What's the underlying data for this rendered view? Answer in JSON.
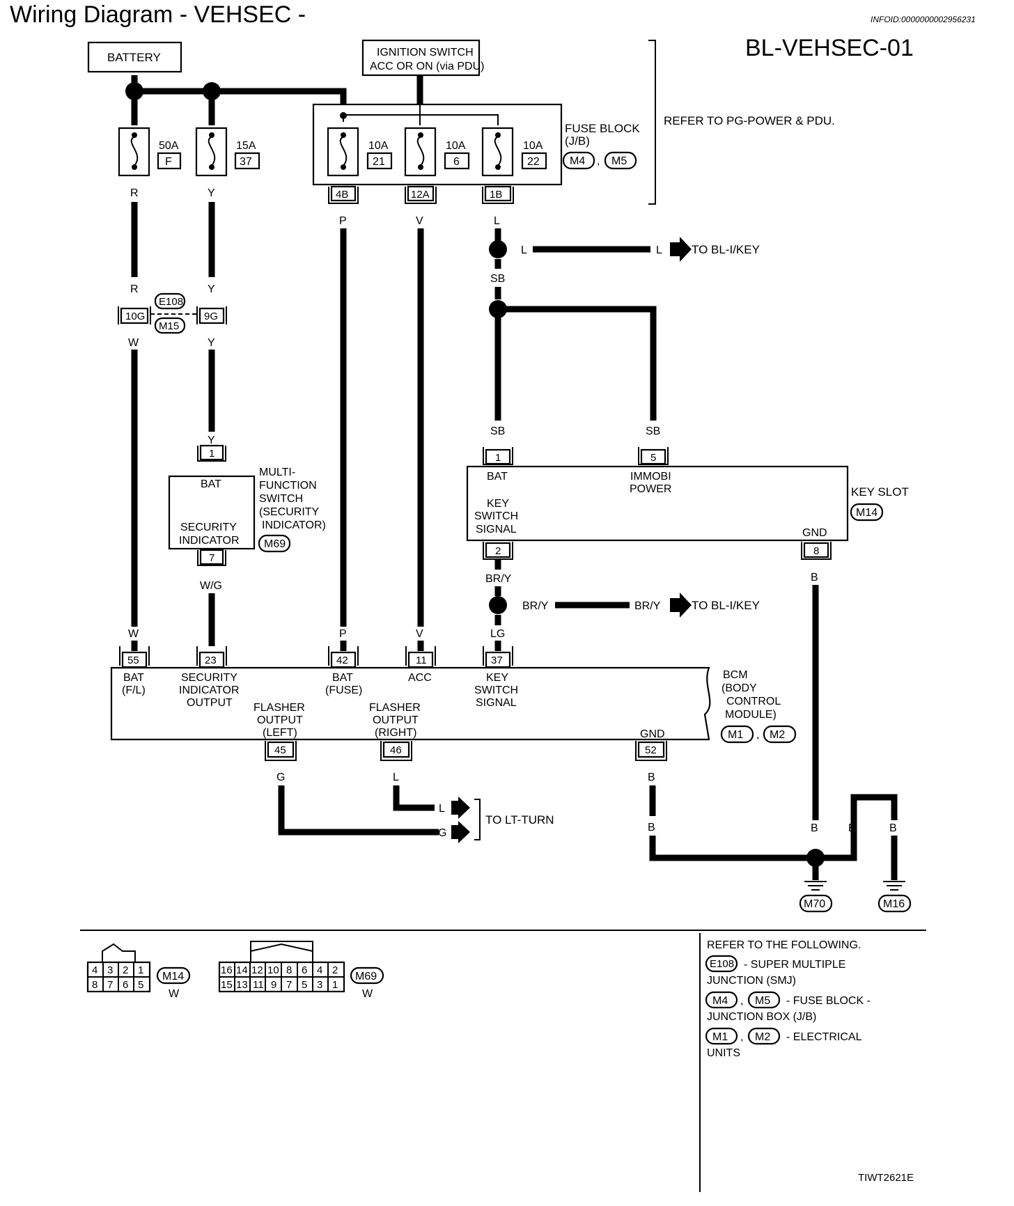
{
  "header": {
    "title": "Wiring Diagram - VEHSEC -",
    "info_id": "INFOID:0000000002956231",
    "page_code": "BL-VEHSEC-01"
  },
  "sources": {
    "battery": "BATTERY",
    "ignition_line1": "IGNITION SWITCH",
    "ignition_line2": "ACC OR ON (via PDU)",
    "refer_pg": "REFER TO PG-POWER & PDU."
  },
  "fuses": {
    "f50": {
      "amp": "50A",
      "id": "F"
    },
    "f15": {
      "amp": "15A",
      "id": "37"
    },
    "f21": {
      "amp": "10A",
      "id": "21"
    },
    "f6": {
      "amp": "10A",
      "id": "6"
    },
    "f22": {
      "amp": "10A",
      "id": "22"
    },
    "block_line1": "FUSE BLOCK",
    "block_line2": "(J/B)",
    "conn_a": "M4",
    "conn_b": "M5",
    "comma": ","
  },
  "fuse_pins": {
    "p4b": "4B",
    "p12a": "12A",
    "p1b": "1B"
  },
  "wire_colors": {
    "R": "R",
    "Y": "Y",
    "W": "W",
    "P": "P",
    "V": "V",
    "L": "L",
    "SB": "SB",
    "WG": "W/G",
    "BRY": "BR/Y",
    "LG": "LG",
    "G": "G",
    "B": "B"
  },
  "junction": {
    "pin_a": "10G",
    "pin_b": "9G",
    "conn_a": "E108",
    "conn_b": "M15"
  },
  "to_labels": {
    "bl_ikey": "TO BL-I/KEY",
    "lt_turn": "TO LT-TURN"
  },
  "multi_switch": {
    "pin_top": "1",
    "pin_bottom": "7",
    "bat": "BAT",
    "sec_line1": "SECURITY",
    "sec_line2": "INDICATOR",
    "name_line1": "MULTI-",
    "name_line2": "FUNCTION",
    "name_line3": "SWITCH",
    "name_line4": "(SECURITY",
    "name_line5": "INDICATOR)",
    "conn": "M69"
  },
  "key_slot": {
    "pin1": "1",
    "pin5": "5",
    "pin2": "2",
    "pin8": "8",
    "bat": "BAT",
    "immobi_line1": "IMMOBI",
    "immobi_line2": "POWER",
    "ks_line1": "KEY",
    "ks_line2": "SWITCH",
    "ks_line3": "SIGNAL",
    "gnd": "GND",
    "name": "KEY SLOT",
    "conn": "M14"
  },
  "bcm": {
    "pin55": "55",
    "pin23": "23",
    "pin42": "42",
    "pin11": "11",
    "pin37": "37",
    "pin45": "45",
    "pin46": "46",
    "pin52": "52",
    "bat_fl_1": "BAT",
    "bat_fl_2": "(F/L)",
    "sec_1": "SECURITY",
    "sec_2": "INDICATOR",
    "sec_3": "OUTPUT",
    "bat_fuse_1": "BAT",
    "bat_fuse_2": "(FUSE)",
    "acc": "ACC",
    "ks_1": "KEY",
    "ks_2": "SWITCH",
    "ks_3": "SIGNAL",
    "fl_1": "FLASHER",
    "fl_2": "OUTPUT",
    "fl_3": "(LEFT)",
    "fr_1": "FLASHER",
    "fr_2": "OUTPUT",
    "fr_3": "(RIGHT)",
    "gnd": "GND",
    "name_1": "BCM",
    "name_2": "(BODY",
    "name_3": "CONTROL",
    "name_4": "MODULE)",
    "conn_a": "M1",
    "conn_b": "M2",
    "comma": ","
  },
  "grounds": {
    "g1": "M70",
    "g2": "M16"
  },
  "connector_views": {
    "m14": {
      "top": [
        "4",
        "3",
        "2",
        "1"
      ],
      "bottom": [
        "8",
        "7",
        "6",
        "5"
      ],
      "label": "M14",
      "color": "W"
    },
    "m69": {
      "top": [
        "16",
        "14",
        "12",
        "10",
        "8",
        "6",
        "4",
        "2"
      ],
      "bottom": [
        "15",
        "13",
        "11",
        "9",
        "7",
        "5",
        "3",
        "1"
      ],
      "label": "M69",
      "color": "W"
    }
  },
  "refer": {
    "heading": "REFER TO THE FOLLOWING.",
    "e108": "E108",
    "e108_desc1": "- SUPER MULTIPLE",
    "e108_desc2": "JUNCTION (SMJ)",
    "m4": "M4",
    "m5": "M5",
    "m45_desc1": "- FUSE BLOCK -",
    "m45_desc2": "JUNCTION BOX (J/B)",
    "m1": "M1",
    "m2": "M2",
    "m12_desc1": "- ELECTRICAL",
    "m12_desc2": "UNITS",
    "comma": ","
  },
  "figure_id": "TIWT2621E"
}
